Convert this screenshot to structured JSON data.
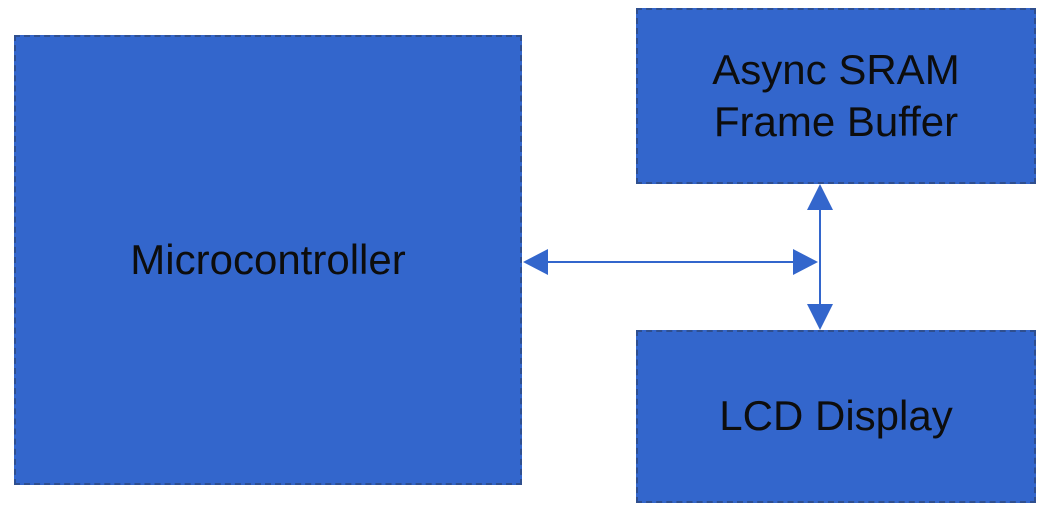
{
  "colors": {
    "block_fill": "#3366cc",
    "block_border": "#2f4f8f",
    "connector": "#3366cc",
    "text": "#0d0d0d"
  },
  "blocks": {
    "microcontroller": {
      "label": "Microcontroller"
    },
    "sram": {
      "label_line1": "Async SRAM",
      "label_line2": "Frame Buffer"
    },
    "lcd": {
      "label": "LCD Display"
    }
  },
  "connections": [
    {
      "from": "microcontroller",
      "to": "bus",
      "direction": "bidirectional"
    },
    {
      "from": "bus",
      "to": "sram",
      "direction": "bidirectional"
    },
    {
      "from": "bus",
      "to": "lcd",
      "direction": "bidirectional"
    }
  ]
}
